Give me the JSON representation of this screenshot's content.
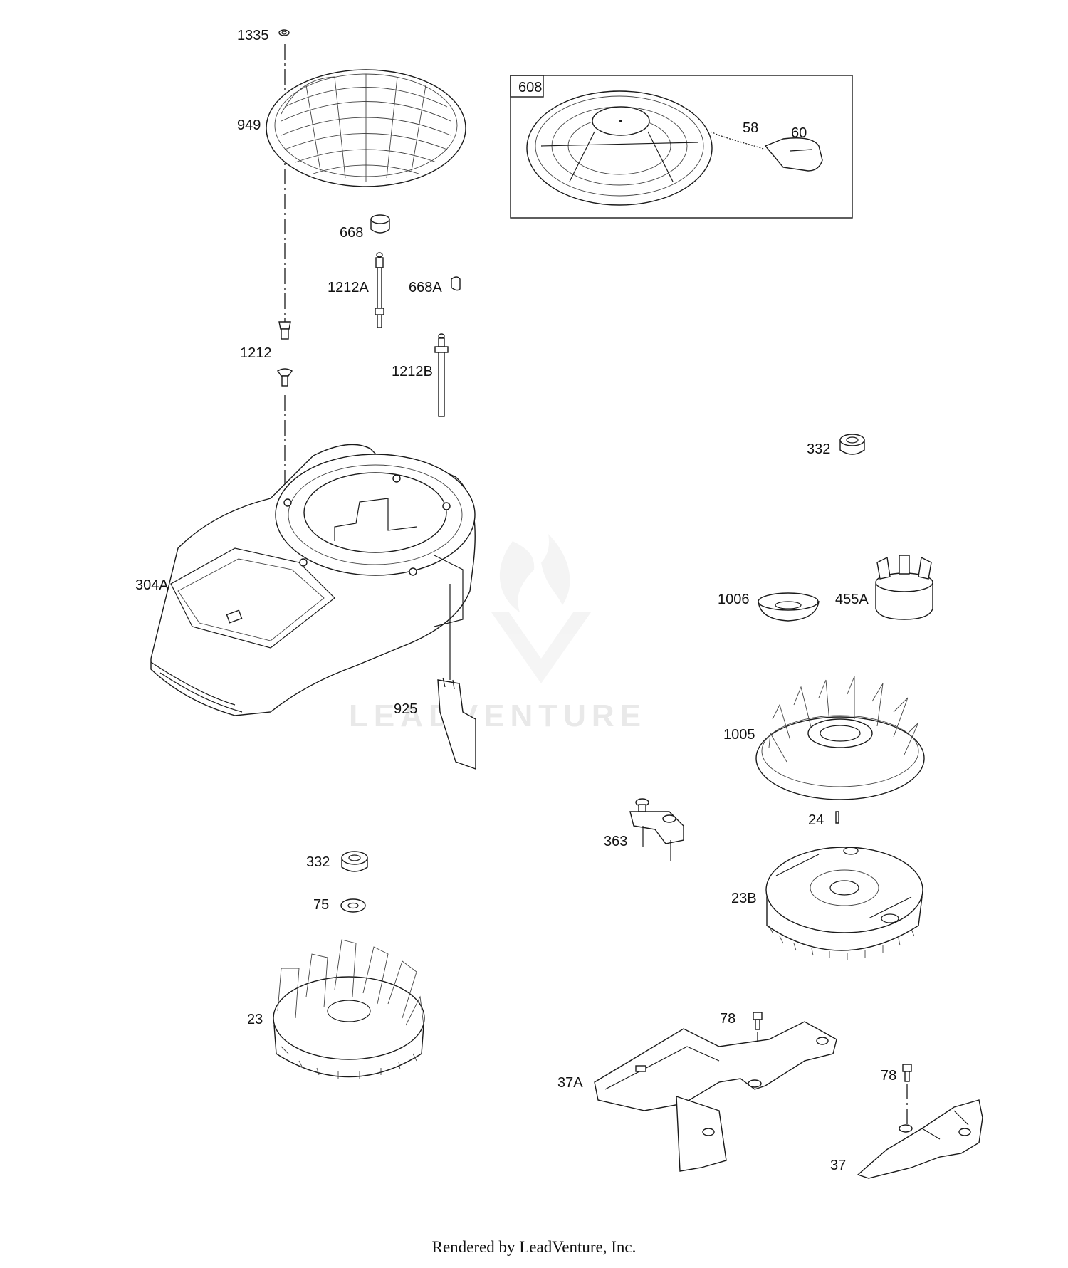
{
  "labels": {
    "l1335": "1335",
    "l949": "949",
    "l608": "608",
    "l58": "58",
    "l60": "60",
    "l668": "668",
    "l1212A": "1212A",
    "l668A": "668A",
    "l1212": "1212",
    "l1212B": "1212B",
    "l332a": "332",
    "l304A": "304A",
    "l1006": "1006",
    "l455A": "455A",
    "l925": "925",
    "l1005": "1005",
    "l24": "24",
    "l363": "363",
    "l332b": "332",
    "l75": "75",
    "l23B": "23B",
    "l23": "23",
    "l78a": "78",
    "l37A": "37A",
    "l78b": "78",
    "l37": "37"
  },
  "watermark": "LEADVENTURE",
  "footer": "Rendered by LeadVenture, Inc."
}
